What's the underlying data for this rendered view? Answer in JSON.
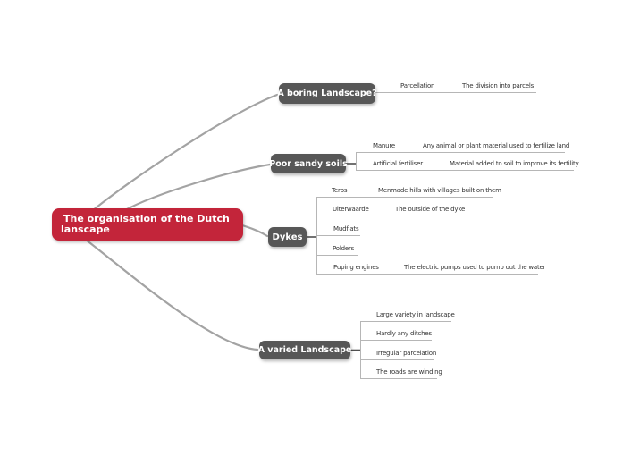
{
  "title": "The organisation of the Dutch lanscape",
  "colors": {
    "root_bg": "#c3253a",
    "branch_node_bg": "#575757",
    "node_text": "#ffffff",
    "connector": "#a3a3a3",
    "branch_line": "#b6b6b6",
    "label_text": "#333333",
    "background": "#ffffff"
  },
  "root": {
    "label": "The organisation of the Dutch lanscape",
    "label_line1": "The organisation of the Dutch",
    "label_line2": "lanscape"
  },
  "branches": [
    {
      "label": "A boring Landscape?",
      "children": [
        {
          "term": "Parcellation",
          "definition": "The division into parcels"
        }
      ]
    },
    {
      "label": "Poor sandy soils",
      "children": [
        {
          "term": "Manure",
          "definition": "Any animal or plant material used to fertilize land"
        },
        {
          "term": "Artificial fertiliser",
          "definition": "Material added to soil to improve its fertility"
        }
      ]
    },
    {
      "label": "Dykes",
      "children": [
        {
          "term": "Terps",
          "definition": "Menmade hills with villages built on them"
        },
        {
          "term": "Uiterwaarde",
          "definition": "The outside of the dyke"
        },
        {
          "term": "Mudflats",
          "definition": ""
        },
        {
          "term": "Polders",
          "definition": ""
        },
        {
          "term": "Puping engines",
          "definition": "The electric pumps used to pump out the water"
        }
      ]
    },
    {
      "label": "A varied Landscape",
      "children": [
        {
          "term": "Large variety in landscape",
          "definition": ""
        },
        {
          "term": "Hardly any ditches",
          "definition": ""
        },
        {
          "term": "Irregular parcelation",
          "definition": ""
        },
        {
          "term": "The roads are winding",
          "definition": ""
        }
      ]
    }
  ]
}
